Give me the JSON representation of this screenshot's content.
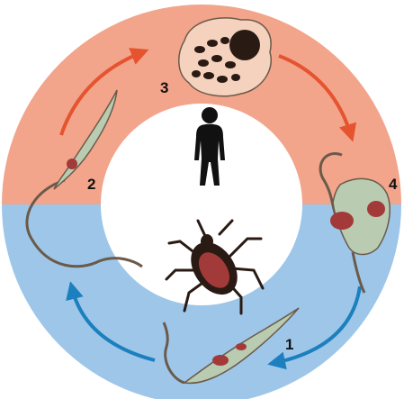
{
  "colors": {
    "human_half": "#f2a58b",
    "insect_half": "#9dc6e8",
    "center": "#ffffff",
    "arrow_human": "#e6532f",
    "arrow_insect": "#1c7fbe",
    "parasite_body": "#b9cbb0",
    "parasite_outline": "#6b5a4a",
    "parasite_spot": "#a33a3a",
    "cell_fill": "#f4d2bd",
    "silhouette": "#111111",
    "bug": "#2a1a14"
  },
  "icons": {
    "human": "human-silhouette-icon",
    "insect": "triatomine-bug-icon"
  },
  "stages": [
    {
      "label": "1"
    },
    {
      "label": "2"
    },
    {
      "label": "3"
    },
    {
      "label": "4"
    }
  ]
}
